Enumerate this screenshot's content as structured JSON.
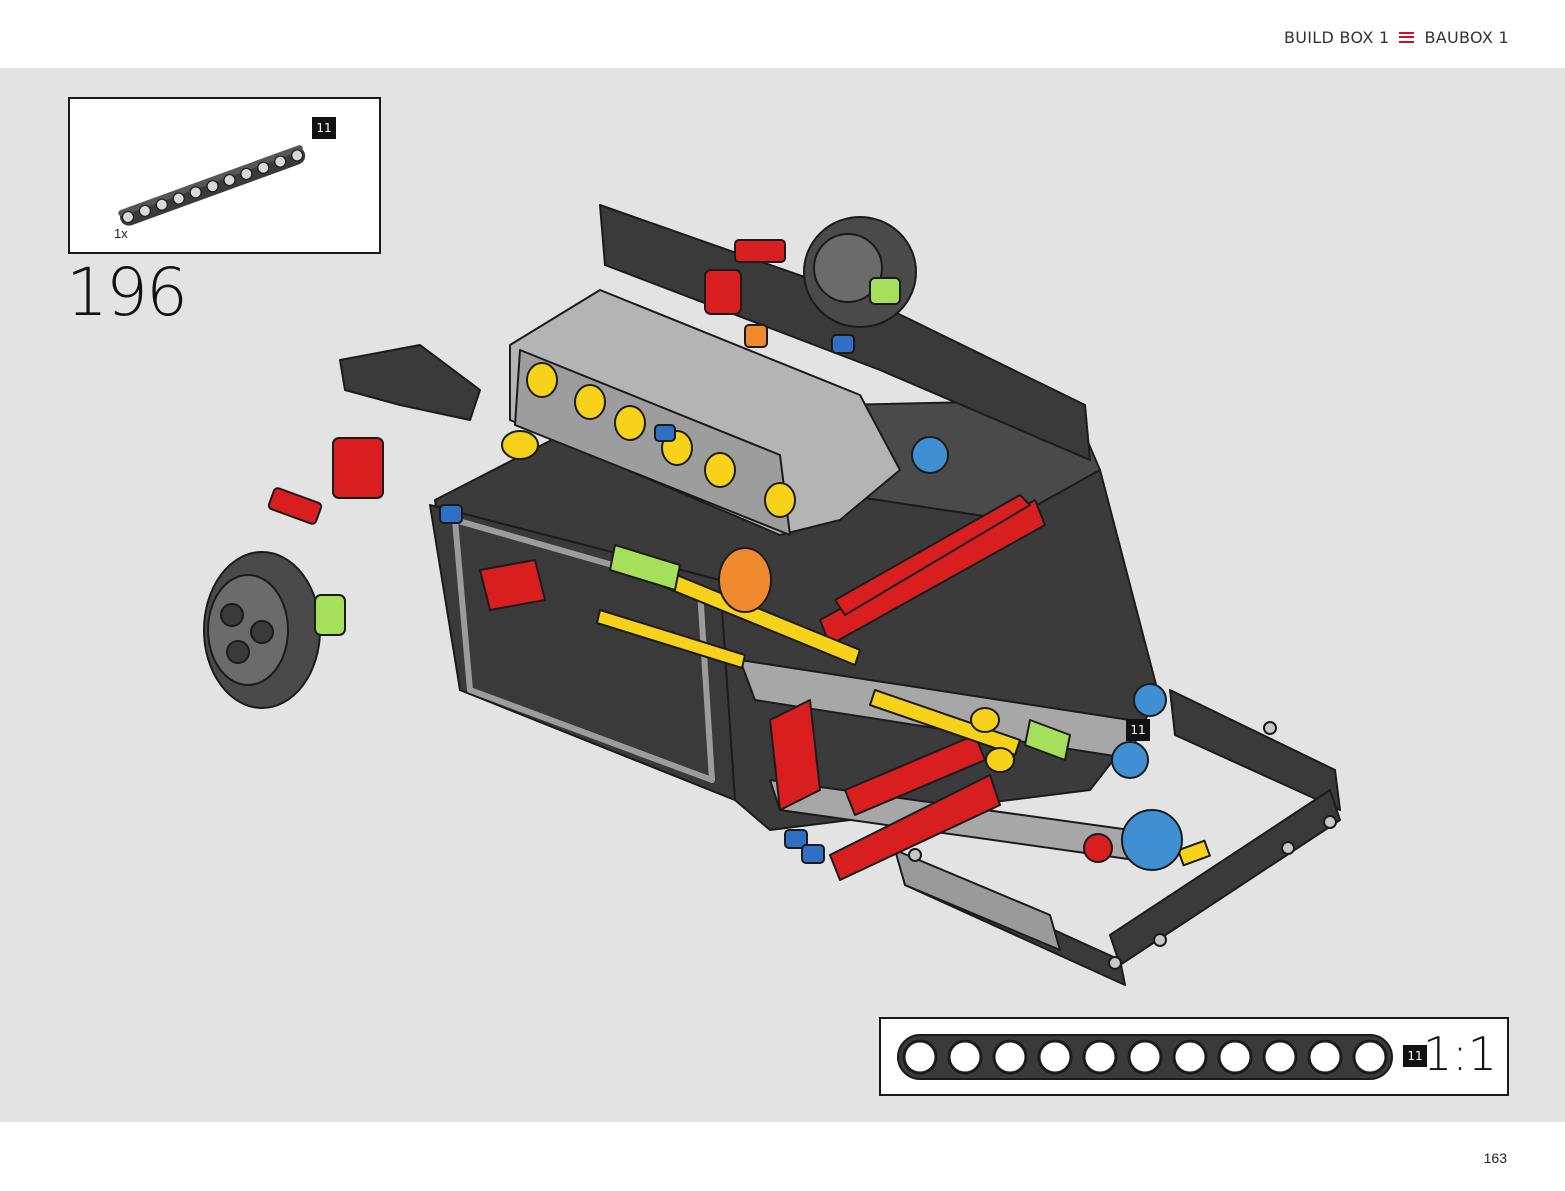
{
  "header": {
    "left_label": "BUILD BOX 1",
    "right_label": "BAUBOX 1",
    "separator_icon": "menu-icon",
    "accent_color": "#c8102e"
  },
  "parts_callout": {
    "part": "beam-11",
    "part_length": "11",
    "quantity": "1x"
  },
  "step": {
    "number": "196"
  },
  "model": {
    "callout_length": "11",
    "colors": {
      "dark_gray": "#3a3a3a",
      "light_gray": "#a5a5a5",
      "red": "#d81e1e",
      "yellow": "#f6d21b",
      "blue": "#2f6fc4",
      "lime": "#a6e05a",
      "orange": "#f08a2e",
      "azure": "#3f8fd2"
    }
  },
  "scale": {
    "part_length": "11",
    "ratio": "1:1"
  },
  "footer": {
    "page_number": "163"
  }
}
